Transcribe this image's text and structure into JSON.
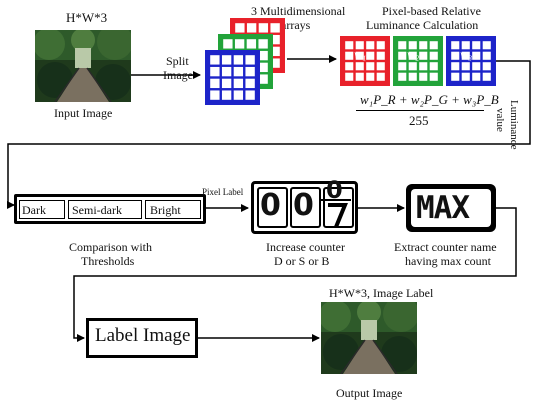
{
  "input": {
    "dims_label": "H*W*3",
    "caption": "Input Image"
  },
  "split": {
    "label_line1": "Split",
    "label_line2": "Image"
  },
  "arrays": {
    "label_line1": "3 Multidimensional",
    "label_line2": "arrays",
    "colors": [
      "#e8212a",
      "#22a33a",
      "#1d24c9"
    ]
  },
  "luminance": {
    "title_line1": "Pixel-based Relative",
    "title_line2": "Luminance Calculation",
    "formula_numerator": "w₁P_R + w₂P_G + w₃P_B",
    "formula_denominator": "255",
    "side_label_line1": "Luminance",
    "side_label_line2": "value"
  },
  "thresholds": {
    "levels": [
      "Dark",
      "Semi-dark",
      "Bright"
    ],
    "caption_line1": "Comparison with",
    "caption_line2": "Thresholds",
    "pixel_label": "Pixel Label"
  },
  "counter": {
    "digits": [
      "0",
      "0",
      "0"
    ],
    "caption_line1": "Increase counter",
    "caption_line2": "D or S or B"
  },
  "max": {
    "label": "MAX",
    "caption_line1": "Extract counter name",
    "caption_line2": "having max count"
  },
  "label_image": {
    "label": "Label Image"
  },
  "output": {
    "dims_label": "H*W*3, Image Label",
    "caption": "Output Image"
  }
}
